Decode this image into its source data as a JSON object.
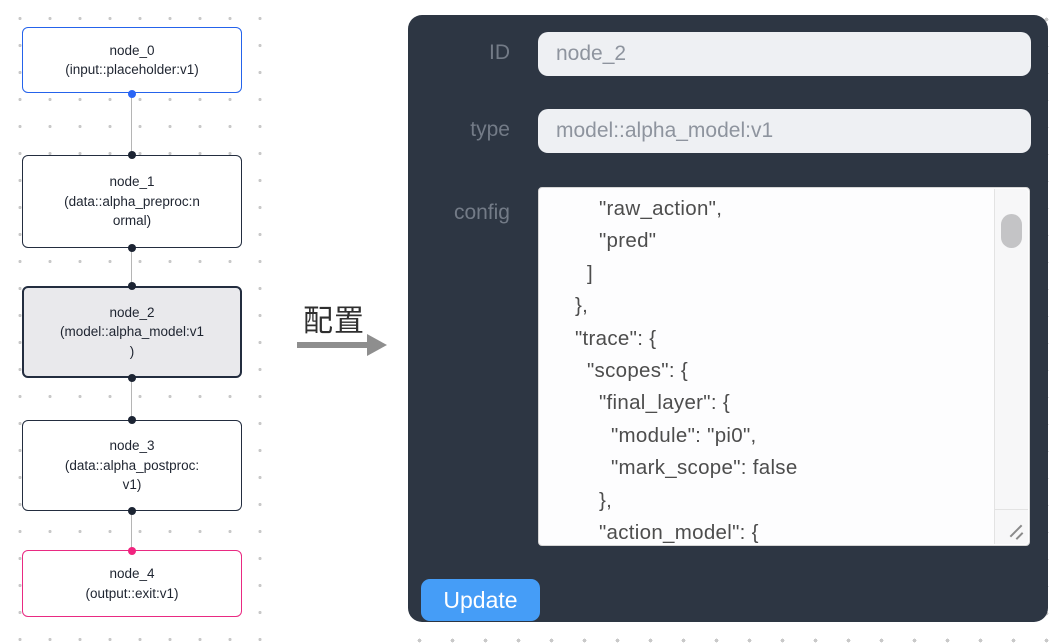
{
  "canvas": {
    "nodes": [
      {
        "name": "node_0",
        "lines": [
          "node_0",
          "(input::placeholder:v1)"
        ],
        "variant": "input"
      },
      {
        "name": "node_1",
        "lines": [
          "node_1",
          "(data::alpha_preproc:n",
          "ormal)"
        ],
        "variant": "default"
      },
      {
        "name": "node_2",
        "lines": [
          "node_2",
          "(model::alpha_model:v1",
          ")"
        ],
        "variant": "selected"
      },
      {
        "name": "node_3",
        "lines": [
          "node_3",
          "(data::alpha_postproc:",
          "v1)"
        ],
        "variant": "default"
      },
      {
        "name": "node_4",
        "lines": [
          "node_4",
          "(output::exit:v1)"
        ],
        "variant": "output"
      }
    ]
  },
  "annotation": {
    "label": "配置"
  },
  "panel": {
    "id_label": "ID",
    "id_value": "node_2",
    "type_label": "type",
    "type_value": "model::alpha_model:v1",
    "config_label": "config",
    "config_lines": [
      "        \"raw_action\",",
      "        \"pred\"",
      "      ]",
      "    },",
      "    \"trace\": {",
      "      \"scopes\": {",
      "        \"final_layer\": {",
      "          \"module\": \"pi0\",",
      "          \"mark_scope\": false",
      "        },",
      "        \"action_model\": {"
    ],
    "update_label": "Update"
  },
  "colors": {
    "panel_bg": "#2d3643",
    "update_button_blue": "#459df7",
    "input_node_border": "#2563eb",
    "output_node_border": "#e92a82",
    "default_node_border": "#232d3f",
    "selected_node_bg": "#e9e9ec",
    "handle_dark": "#1c2433",
    "handle_blue": "#2b66f6",
    "handle_pink": "#f1247f",
    "edge_gray": "#b5b5b5"
  }
}
